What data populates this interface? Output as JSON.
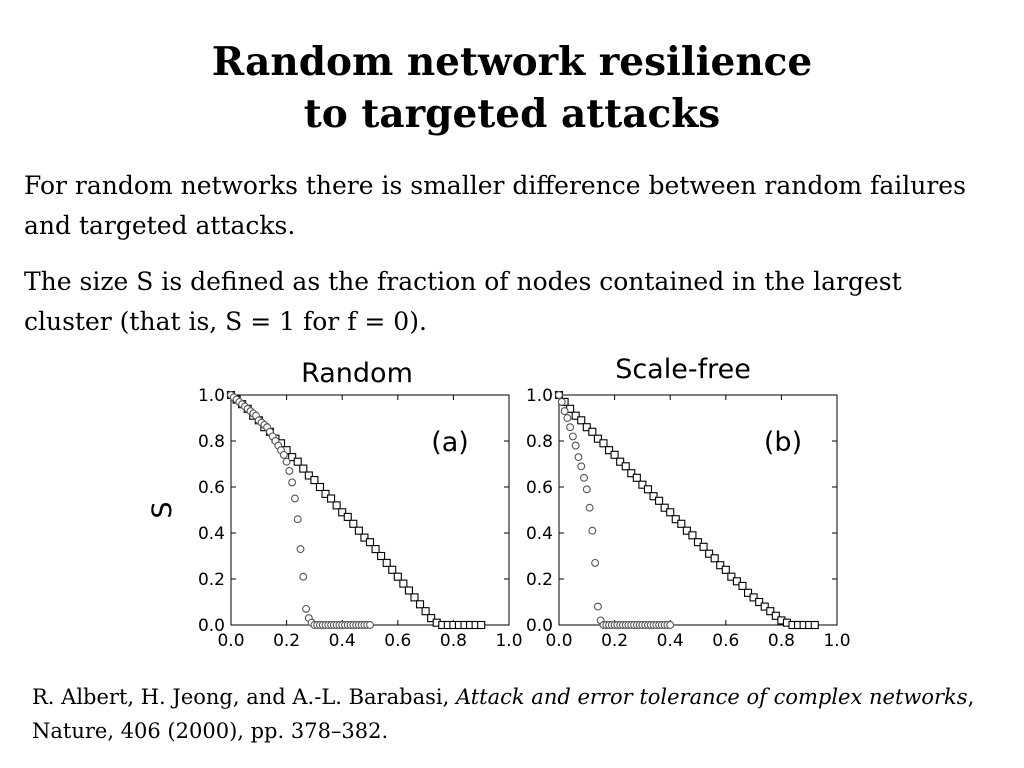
{
  "slide": {
    "title_line1": "Random network resilience",
    "title_line2": "to targeted attacks",
    "paragraph1": "For random networks there is smaller difference between random failures and targeted attacks.",
    "paragraph2": "The size S is defined as the fraction of nodes contained in the largest cluster (that is, S = 1 for f = 0).",
    "citation": {
      "authors": "R. Albert, H. Jeong, and A.-L. Barabasi, ",
      "title": "Attack and error tolerance of complex networks",
      "rest": ", Nature, 406 (2000), pp. 378–382."
    }
  },
  "chart_data": [
    {
      "type": "scatter",
      "title": "Random",
      "panel_label": "(a)",
      "xlabel": "",
      "ylabel": "S",
      "xlim": [
        0,
        1.0
      ],
      "ylim": [
        0,
        1.0
      ],
      "xticks": [
        "0.0",
        "0.2",
        "0.4",
        "0.6",
        "0.8",
        "1.0"
      ],
      "yticks": [
        "0.0",
        "0.2",
        "0.4",
        "0.6",
        "0.8",
        "1.0"
      ],
      "grid": false,
      "series": [
        {
          "marker": "square",
          "x": [
            0.0,
            0.02,
            0.04,
            0.06,
            0.08,
            0.1,
            0.12,
            0.14,
            0.16,
            0.18,
            0.2,
            0.22,
            0.24,
            0.26,
            0.28,
            0.3,
            0.32,
            0.34,
            0.36,
            0.38,
            0.4,
            0.42,
            0.44,
            0.46,
            0.48,
            0.5,
            0.52,
            0.54,
            0.56,
            0.58,
            0.6,
            0.62,
            0.64,
            0.66,
            0.68,
            0.7,
            0.72,
            0.74,
            0.76,
            0.78,
            0.8,
            0.82,
            0.84,
            0.86,
            0.88,
            0.9
          ],
          "y": [
            1.0,
            0.98,
            0.96,
            0.94,
            0.91,
            0.89,
            0.86,
            0.84,
            0.81,
            0.79,
            0.76,
            0.73,
            0.71,
            0.68,
            0.65,
            0.63,
            0.6,
            0.57,
            0.55,
            0.52,
            0.49,
            0.47,
            0.44,
            0.41,
            0.38,
            0.36,
            0.33,
            0.3,
            0.27,
            0.24,
            0.21,
            0.18,
            0.15,
            0.12,
            0.09,
            0.06,
            0.03,
            0.01,
            0.0,
            0.0,
            0.0,
            0.0,
            0.0,
            0.0,
            0.0,
            0.0
          ]
        },
        {
          "marker": "circle",
          "x": [
            0.0,
            0.01,
            0.02,
            0.03,
            0.04,
            0.05,
            0.06,
            0.07,
            0.08,
            0.09,
            0.1,
            0.11,
            0.12,
            0.13,
            0.14,
            0.15,
            0.16,
            0.17,
            0.18,
            0.19,
            0.2,
            0.21,
            0.22,
            0.23,
            0.24,
            0.25,
            0.26,
            0.27,
            0.28,
            0.29,
            0.3,
            0.31,
            0.32,
            0.33,
            0.34,
            0.35,
            0.36,
            0.37,
            0.38,
            0.39,
            0.4,
            0.41,
            0.42,
            0.43,
            0.44,
            0.45,
            0.46,
            0.47,
            0.48,
            0.49,
            0.5
          ],
          "y": [
            1.0,
            0.99,
            0.98,
            0.97,
            0.96,
            0.95,
            0.94,
            0.93,
            0.92,
            0.91,
            0.89,
            0.88,
            0.87,
            0.86,
            0.84,
            0.82,
            0.8,
            0.78,
            0.76,
            0.74,
            0.71,
            0.67,
            0.62,
            0.55,
            0.46,
            0.33,
            0.21,
            0.07,
            0.03,
            0.01,
            0.0,
            0.0,
            0.0,
            0.0,
            0.0,
            0.0,
            0.0,
            0.0,
            0.0,
            0.0,
            0.0,
            0.0,
            0.0,
            0.0,
            0.0,
            0.0,
            0.0,
            0.0,
            0.0,
            0.0,
            0.0
          ]
        }
      ]
    },
    {
      "type": "scatter",
      "title": "Scale-free",
      "panel_label": "(b)",
      "xlabel": "",
      "ylabel": "",
      "xlim": [
        0,
        1.0
      ],
      "ylim": [
        0,
        1.0
      ],
      "xticks": [
        "0.0",
        "0.2",
        "0.4",
        "0.6",
        "0.8",
        "1.0"
      ],
      "yticks": [
        "0.0",
        "0.2",
        "0.4",
        "0.6",
        "0.8",
        "1.0"
      ],
      "grid": false,
      "series": [
        {
          "marker": "square",
          "x": [
            0.0,
            0.02,
            0.04,
            0.06,
            0.08,
            0.1,
            0.12,
            0.14,
            0.16,
            0.18,
            0.2,
            0.22,
            0.24,
            0.26,
            0.28,
            0.3,
            0.32,
            0.34,
            0.36,
            0.38,
            0.4,
            0.42,
            0.44,
            0.46,
            0.48,
            0.5,
            0.52,
            0.54,
            0.56,
            0.58,
            0.6,
            0.62,
            0.64,
            0.66,
            0.68,
            0.7,
            0.72,
            0.74,
            0.76,
            0.78,
            0.8,
            0.82,
            0.84,
            0.86,
            0.88,
            0.9,
            0.92
          ],
          "y": [
            1.0,
            0.97,
            0.94,
            0.91,
            0.89,
            0.86,
            0.84,
            0.81,
            0.79,
            0.76,
            0.74,
            0.71,
            0.69,
            0.66,
            0.64,
            0.61,
            0.59,
            0.56,
            0.54,
            0.51,
            0.49,
            0.46,
            0.44,
            0.41,
            0.39,
            0.36,
            0.34,
            0.31,
            0.29,
            0.26,
            0.24,
            0.21,
            0.19,
            0.17,
            0.14,
            0.12,
            0.1,
            0.08,
            0.06,
            0.04,
            0.02,
            0.01,
            0.0,
            0.0,
            0.0,
            0.0,
            0.0
          ]
        },
        {
          "marker": "circle",
          "x": [
            0.0,
            0.01,
            0.02,
            0.03,
            0.04,
            0.05,
            0.06,
            0.07,
            0.08,
            0.09,
            0.1,
            0.11,
            0.12,
            0.13,
            0.14,
            0.15,
            0.16,
            0.17,
            0.18,
            0.19,
            0.2,
            0.21,
            0.22,
            0.23,
            0.24,
            0.25,
            0.26,
            0.27,
            0.28,
            0.29,
            0.3,
            0.31,
            0.32,
            0.33,
            0.34,
            0.35,
            0.36,
            0.37,
            0.38,
            0.39,
            0.4
          ],
          "y": [
            1.0,
            0.97,
            0.93,
            0.9,
            0.86,
            0.82,
            0.78,
            0.73,
            0.69,
            0.64,
            0.59,
            0.51,
            0.41,
            0.27,
            0.08,
            0.02,
            0.0,
            0.0,
            0.0,
            0.0,
            0.0,
            0.0,
            0.0,
            0.0,
            0.0,
            0.0,
            0.0,
            0.0,
            0.0,
            0.0,
            0.0,
            0.0,
            0.0,
            0.0,
            0.0,
            0.0,
            0.0,
            0.0,
            0.0,
            0.0,
            0.0
          ]
        }
      ]
    }
  ]
}
